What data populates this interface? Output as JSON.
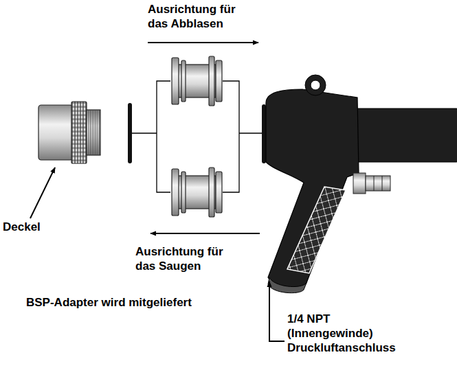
{
  "diagram": {
    "labels": [
      "Ausrichtung für das Abblasen",
      "Deckel",
      "Ausrichtung für das Saugen",
      "BSP-Adapter wird mitgeliefert",
      "1/4 NPT (Innengewinde) Druckluftanschluss"
    ]
  }
}
